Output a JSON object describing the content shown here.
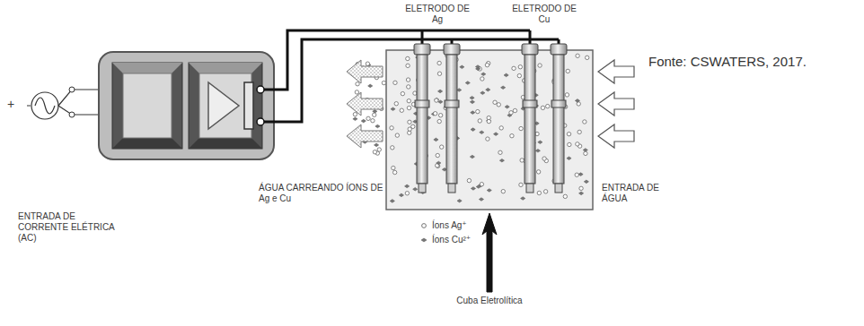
{
  "diagram": {
    "labels": [
      "ELETRODO DE Ag",
      "ELETRODO DE Cu",
      "Fonte: CSWATERS, 2017.",
      "+",
      "ENTRADA DE CORRENTE ELÉTRICA (AC)",
      "ÁGUA CARREANDO ÍONS DE Ag e Cu",
      "ENTRADA DE ÁGUA",
      "Cuba Eletrolítica"
    ],
    "legend": [
      {
        "text": "Íons Ag⁺"
      },
      {
        "text": "Íons Cu²⁺"
      }
    ]
  }
}
